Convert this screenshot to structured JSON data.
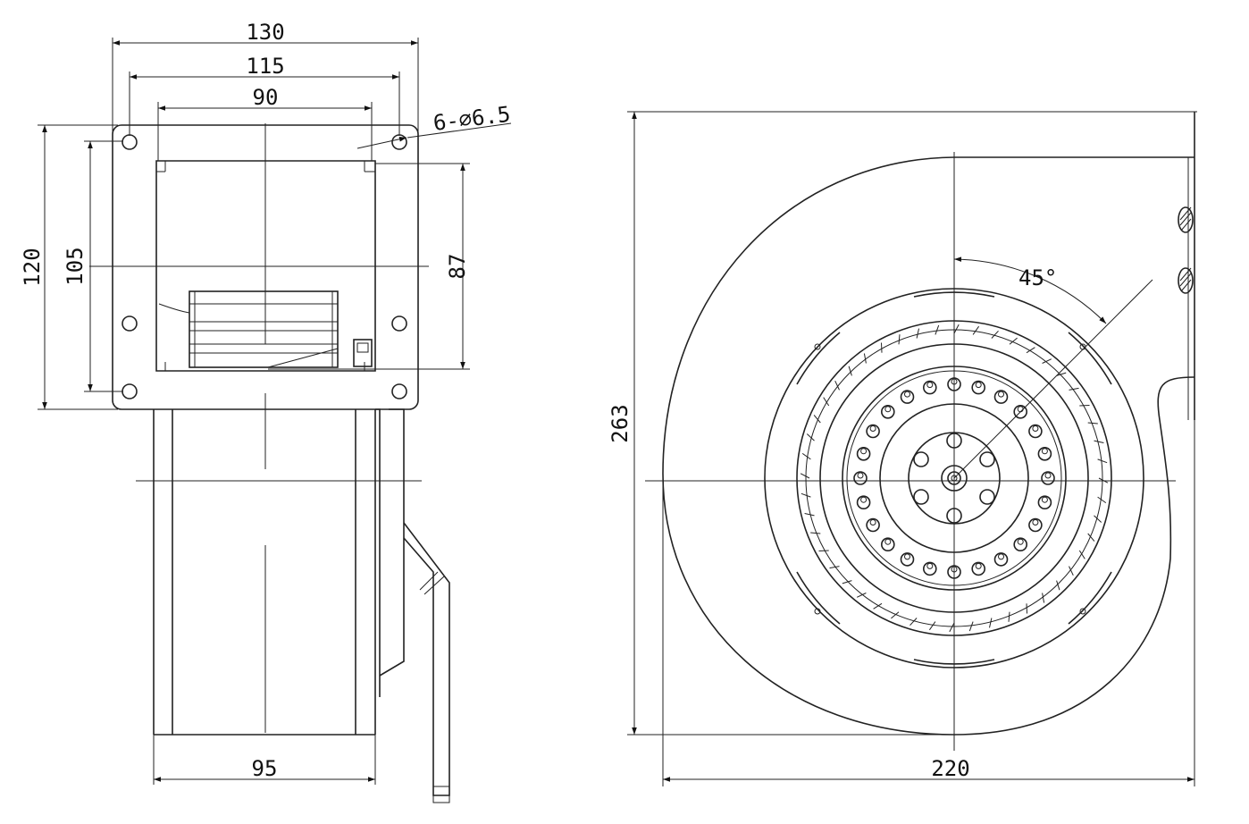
{
  "drawing": {
    "front_view": {
      "dim_width_flange": "130",
      "dim_hole_spacing_h": "115",
      "dim_outlet_width": "90",
      "dim_holes": "6-⌀6.5",
      "dim_height_flange": "120",
      "dim_hole_spacing_v": "105",
      "dim_outlet_height": "87",
      "dim_body_width": "95"
    },
    "side_view": {
      "dim_height": "263",
      "dim_angle": "45°",
      "dim_width": "220"
    }
  }
}
